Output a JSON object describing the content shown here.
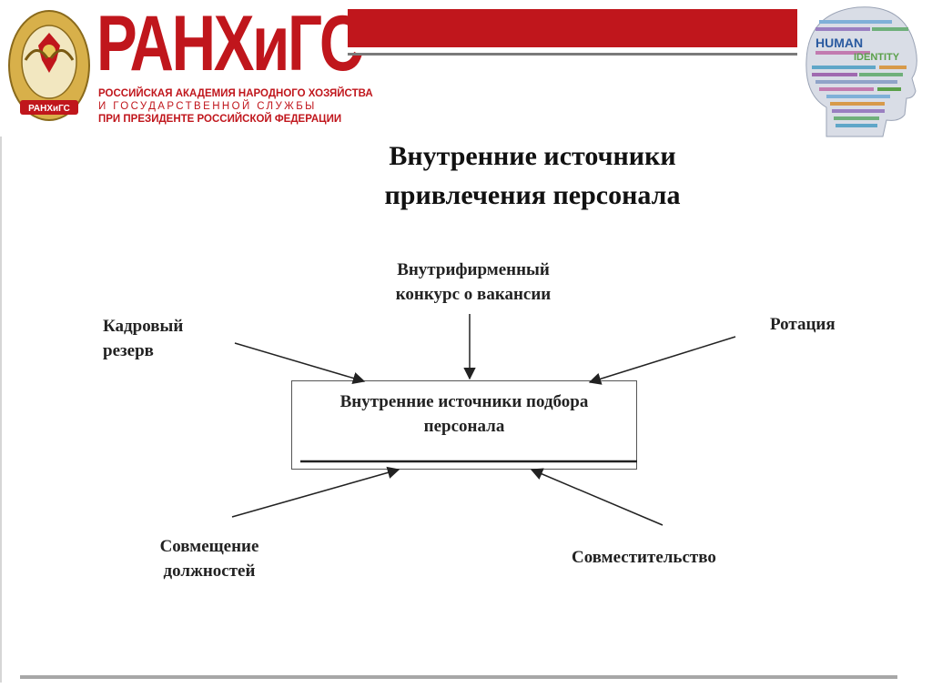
{
  "header": {
    "logo_title": "РАНХиГС",
    "logo_line1": "РОССИЙСКАЯ АКАДЕМИЯ НАРОДНОГО ХОЗЯЙСТВА",
    "logo_line2": "И ГОСУДАРСТВЕННОЙ СЛУЖБЫ",
    "logo_line3": "ПРИ ПРЕЗИДЕНТЕ РОССИЙСКОЙ ФЕДЕРАЦИИ",
    "seal_text": "РАНХиГС",
    "head_words": [
      "HUMAN",
      "IDENTITY"
    ],
    "brand_color": "#c0161c"
  },
  "slide": {
    "title_line1": "Внутренние источники",
    "title_line2": "привлечения персонала"
  },
  "diagram": {
    "center_line1": "Внутренние источники подбора",
    "center_line2": "персонала",
    "top_line1": "Внутрифирменный",
    "top_line2": "конкурс о вакансии",
    "left_line1": "Кадровый",
    "left_line2": "резерв",
    "right": "Ротация",
    "bottom_left_line1": "Совмещение",
    "bottom_left_line2": "должностей",
    "bottom_right": "Совместительство"
  }
}
